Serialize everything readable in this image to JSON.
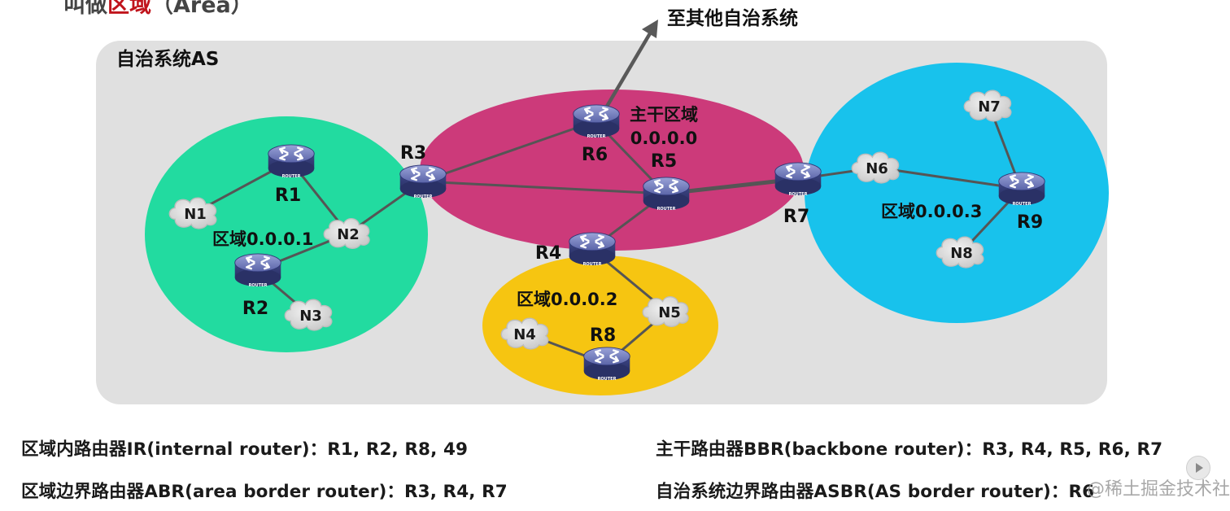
{
  "top_title": {
    "pre": "叫做",
    "highlight": "区域",
    "post": "（Area）"
  },
  "as_label": "自治系统AS",
  "external_label": "至其他自治系统",
  "backbone_label": {
    "line1": "主干区域",
    "line2": "0.0.0.0"
  },
  "area_labels": {
    "area1": "区域0.0.0.1",
    "area2": "区域0.0.0.2",
    "area3": "区域0.0.0.3"
  },
  "routers": {
    "R1": "R1",
    "R2": "R2",
    "R3": "R3",
    "R4": "R4",
    "R5": "R5",
    "R6": "R6",
    "R7": "R7",
    "R8": "R8",
    "R9": "R9"
  },
  "router_word": "ROUTER",
  "networks": {
    "N1": "N1",
    "N2": "N2",
    "N3": "N3",
    "N4": "N4",
    "N5": "N5",
    "N6": "N6",
    "N7": "N7",
    "N8": "N8"
  },
  "definitions": {
    "ir": "区域内路由器IR(internal router)：R1, R2, R8, 49",
    "abr": "区域边界路由器ABR(area border router)：R3, R4, R7",
    "bbr": "主干路由器BBR(backbone router)：R3, R4, R5, R6, R7",
    "asbr": "自治系统边界路由器ASBR(AS border router)：R6"
  },
  "watermark": "@稀土掘金技术社区",
  "colors": {
    "as_bg": "#e0e0e0",
    "area1": "#22dba0",
    "backbone": "#cc3a7a",
    "area2": "#f6c511",
    "area3": "#18c2ec",
    "router_body": "#4a5497",
    "title_highlight": "#c0141c"
  }
}
